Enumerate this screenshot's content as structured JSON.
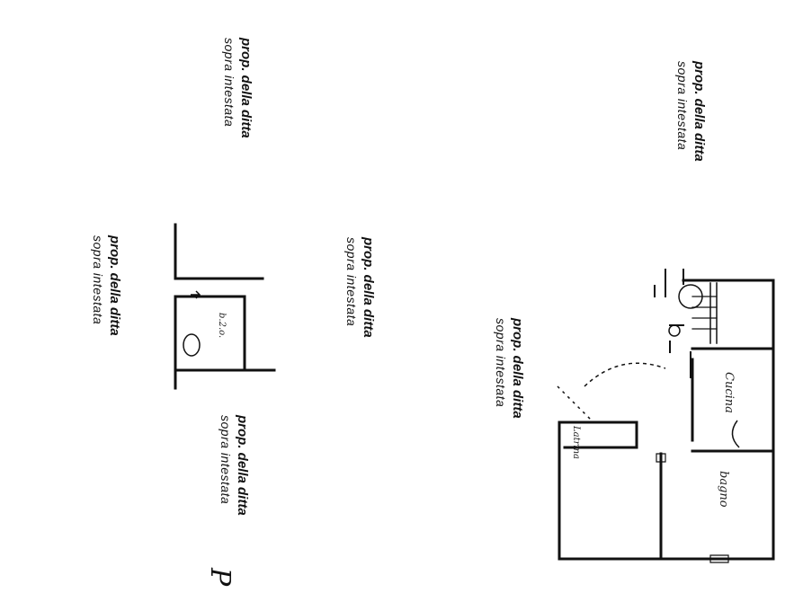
{
  "owner_labels": [
    {
      "line1": "prop. della ditta",
      "line2": "sopra intestata"
    },
    {
      "line1": "prop. della ditta",
      "line2": "sopra intestata"
    },
    {
      "line1": "prop. della ditta",
      "line2": "sopra intestata"
    },
    {
      "line1": "prop. della ditta",
      "line2": "sopra intestata"
    },
    {
      "line1": "prop. della ditta",
      "line2": "sopra intestata"
    },
    {
      "line1": "prop. della ditta",
      "line2": "sopra intestata"
    }
  ],
  "rooms": {
    "kitchen": "Cucina",
    "bath_main": "bagno",
    "latrine": "Latrina",
    "bath_annex": "b.2.o."
  },
  "marks": {
    "corner_letter": "P"
  }
}
